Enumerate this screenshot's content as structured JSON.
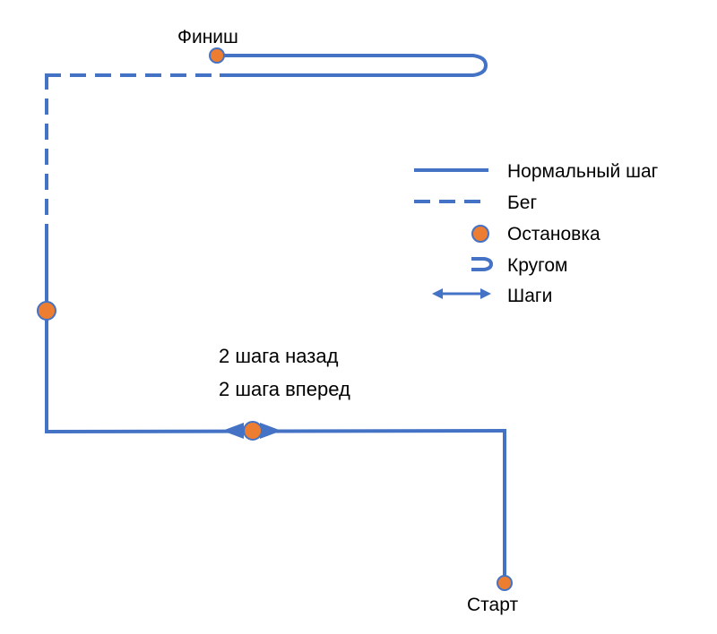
{
  "labels": {
    "finish": "Финиш",
    "start": "Старт",
    "steps_back": "2 шага назад",
    "steps_forward": "2 шага вперед"
  },
  "legend": {
    "normal_step": "Нормальный шаг",
    "run": "Бег",
    "stop": "Остановка",
    "turn_around": "Кругом",
    "steps": "Шаги"
  },
  "colors": {
    "line": "#4472c4",
    "stop_marker": "#ed7d31"
  }
}
